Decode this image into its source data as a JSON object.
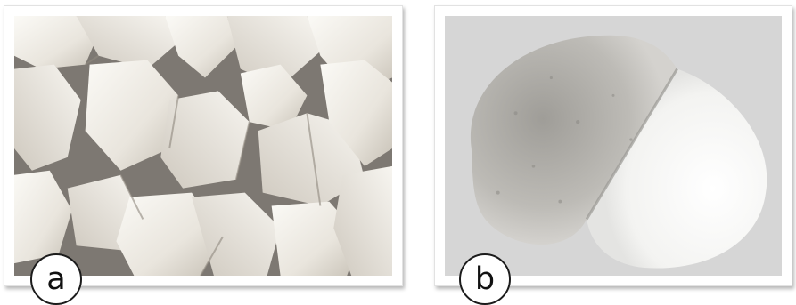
{
  "panels": [
    {
      "label": "a",
      "subject": "white-rock-chunks"
    },
    {
      "label": "b",
      "subject": "white-powder-pile"
    }
  ],
  "colors": {
    "rock_light": "#f3f0ea",
    "rock_shadow": "#b8b2a8",
    "powder_gray": "#b9b7b1",
    "powder_white": "#f4f4f2",
    "background_b": "#d9d9d9",
    "badge_border": "#1c1c1c"
  }
}
